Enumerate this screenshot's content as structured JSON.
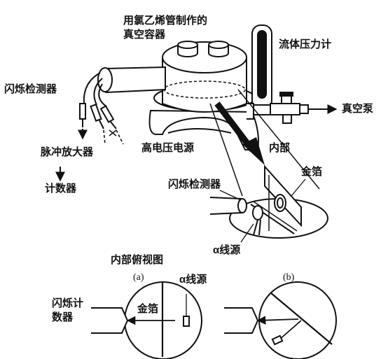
{
  "labels": {
    "container": [
      "用氯乙烯管制作的",
      "真空容器"
    ],
    "pressure_gauge": "流体压力计",
    "vacuum_pump": "真空泵",
    "scintillation_detector_left": "闪烁检测器",
    "pulse_amplifier": "脉冲放大器",
    "counter": "计数器",
    "hv_supply": "高电压电源",
    "interior": "内部",
    "gold_foil": "金箔",
    "scintillation_detector_inner": "闪烁检测器",
    "alpha_source": "α线源",
    "top_view": "内部俯视图",
    "panel_a": "(a)",
    "panel_b": "(b)",
    "alpha_source_a": "α线源",
    "gold_foil_a": "金箔",
    "scint_counter": [
      "闪烁计",
      "数器"
    ]
  }
}
